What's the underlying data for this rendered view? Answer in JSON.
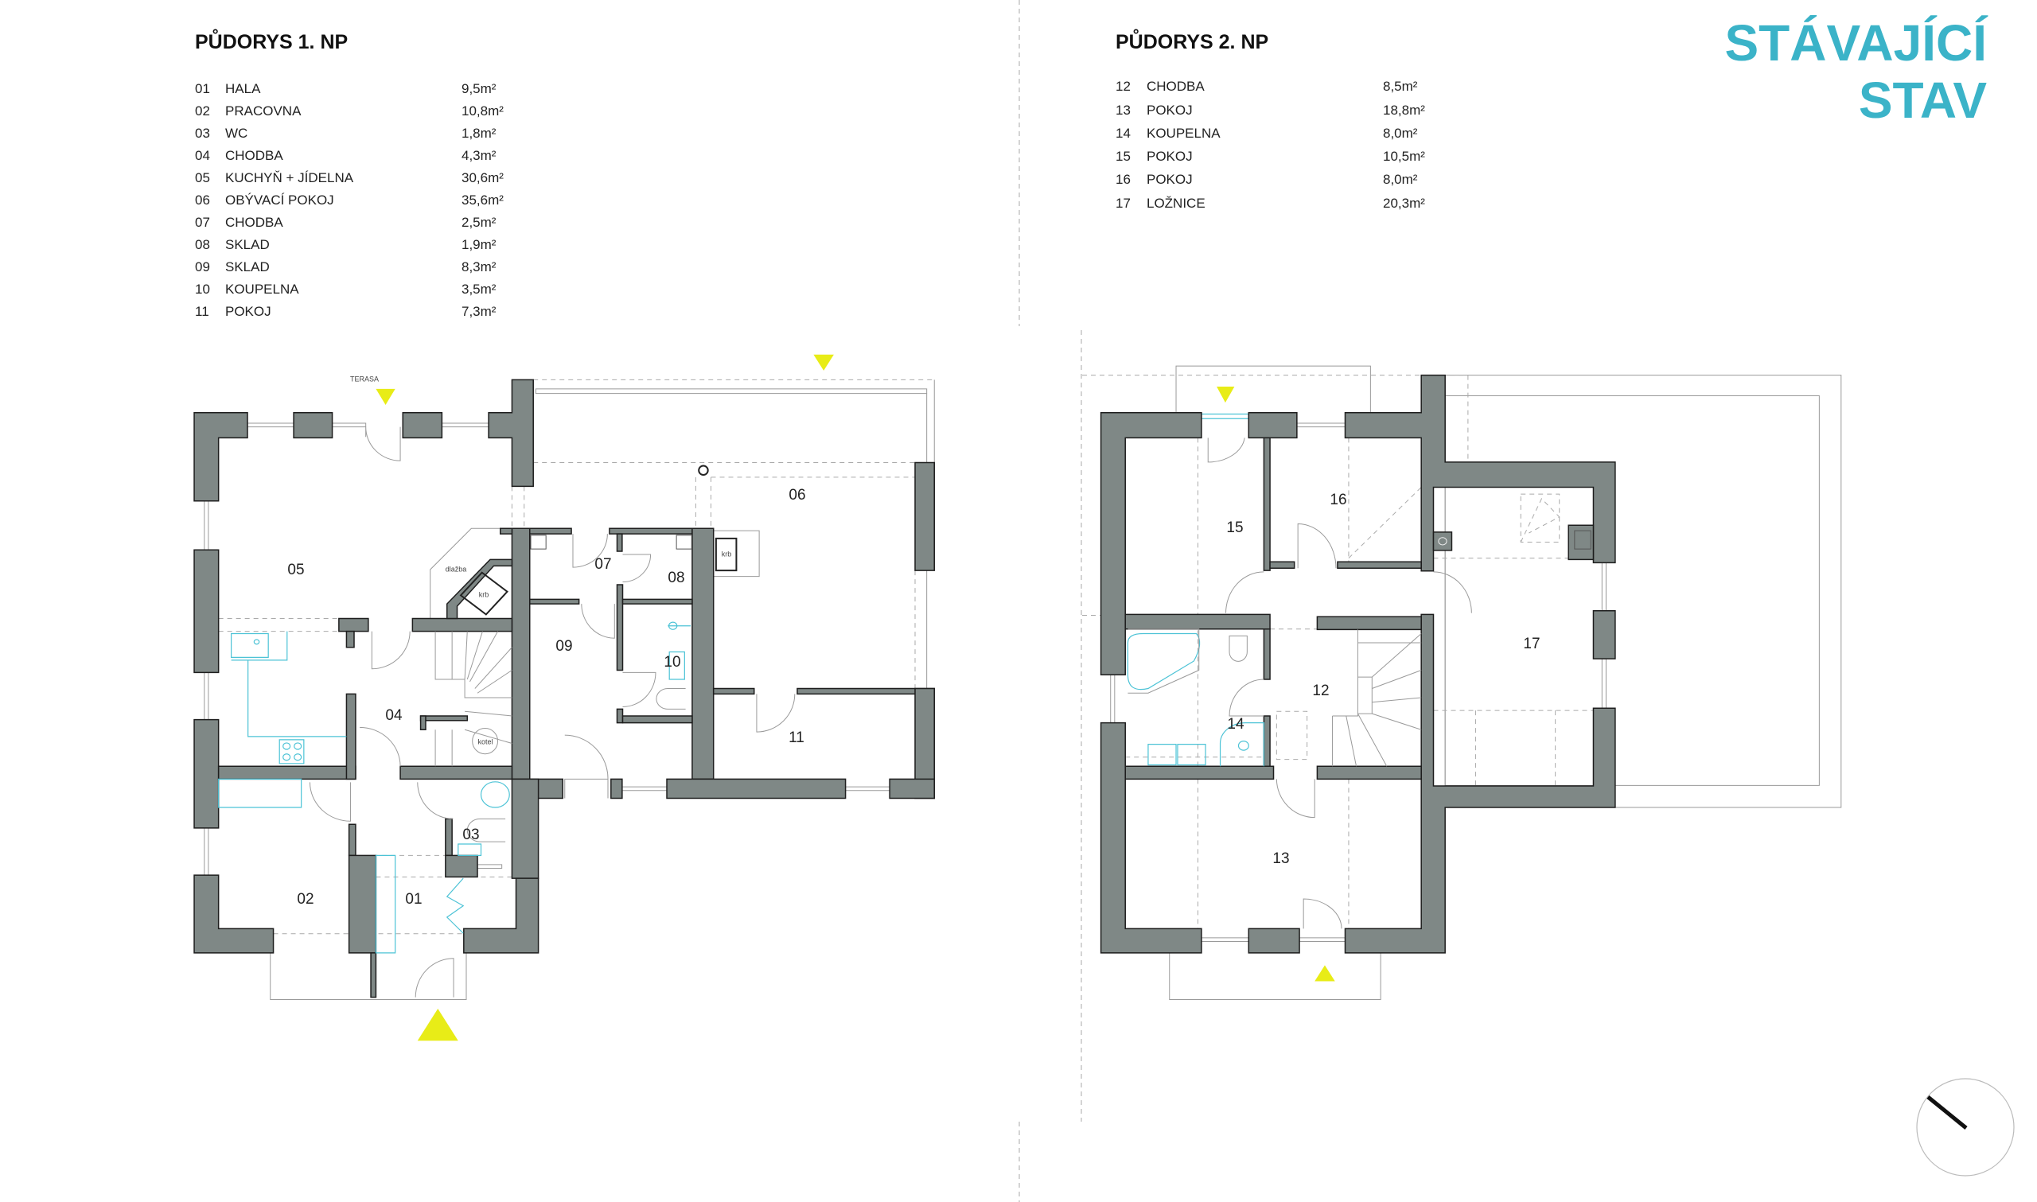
{
  "stamp": {
    "line1": "STÁVAJÍCÍ",
    "line2": "STAV",
    "color": "#3bb3c8"
  },
  "floor1": {
    "title": "PŮDORYS 1. NP",
    "rooms": [
      {
        "no": "01",
        "name": "HALA",
        "area": "9,5m²"
      },
      {
        "no": "02",
        "name": "PRACOVNA",
        "area": "10,8m²"
      },
      {
        "no": "03",
        "name": "WC",
        "area": "1,8m²"
      },
      {
        "no": "04",
        "name": "CHODBA",
        "area": "4,3m²"
      },
      {
        "no": "05",
        "name": "KUCHYŇ + JÍDELNA",
        "area": "30,6m²"
      },
      {
        "no": "06",
        "name": "OBÝVACÍ POKOJ",
        "area": "35,6m²"
      },
      {
        "no": "07",
        "name": "CHODBA",
        "area": "2,5m²"
      },
      {
        "no": "08",
        "name": "SKLAD",
        "area": "1,9m²"
      },
      {
        "no": "09",
        "name": "SKLAD",
        "area": "8,3m²"
      },
      {
        "no": "10",
        "name": "KOUPELNA",
        "area": "3,5m²"
      },
      {
        "no": "11",
        "name": "POKOJ",
        "area": "7,3m²"
      }
    ],
    "annotations": {
      "terrace": "TERASA",
      "tiles": "dlažba",
      "fireplace": "krb",
      "fireplace2": "krb",
      "boiler": "kotel"
    }
  },
  "floor2": {
    "title": "PŮDORYS 2. NP",
    "rooms": [
      {
        "no": "12",
        "name": "CHODBA",
        "area": "8,5m²"
      },
      {
        "no": "13",
        "name": "POKOJ",
        "area": "18,8m²"
      },
      {
        "no": "14",
        "name": "KOUPELNA",
        "area": "8,0m²"
      },
      {
        "no": "15",
        "name": "POKOJ",
        "area": "10,5m²"
      },
      {
        "no": "16",
        "name": "POKOJ",
        "area": "8,0m²"
      },
      {
        "no": "17",
        "name": "LOŽNICE",
        "area": "20,3m²"
      }
    ]
  },
  "colors": {
    "wall": "#7f8886",
    "fixture": "#4cc3d6",
    "entrance_marker": "#e8ec17"
  },
  "icons": {
    "north": "compass-arrow-icon",
    "entrance": "triangle-marker-icon"
  }
}
